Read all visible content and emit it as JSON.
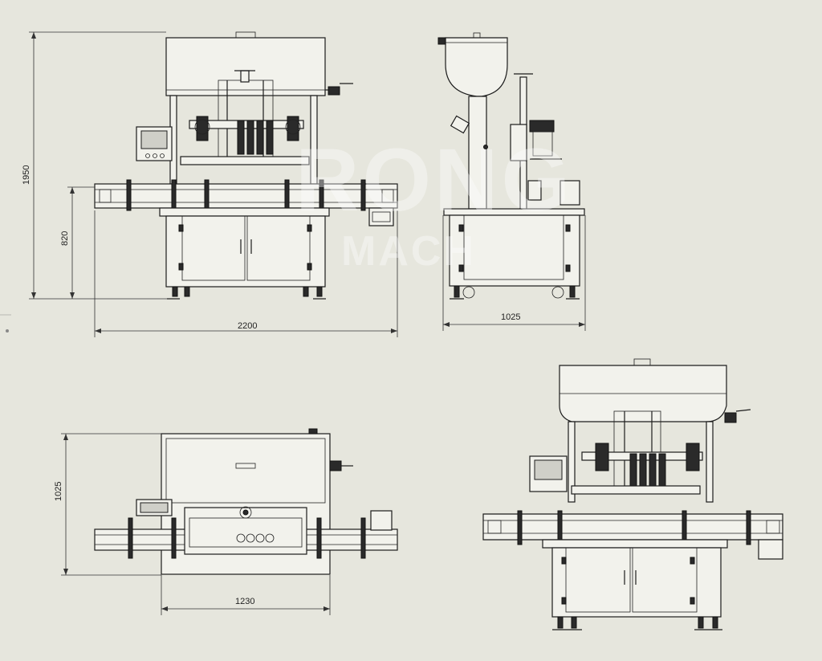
{
  "dimensions": {
    "front_height_total": "1950",
    "front_height_table": "820",
    "front_width": "2200",
    "side_width": "1025",
    "top_depth": "1025",
    "top_width": "1230"
  },
  "watermark": {
    "line1": "RONG",
    "line2": "MACH"
  },
  "colors": {
    "background": "#e6e6dd",
    "line": "#1c1c1c"
  }
}
